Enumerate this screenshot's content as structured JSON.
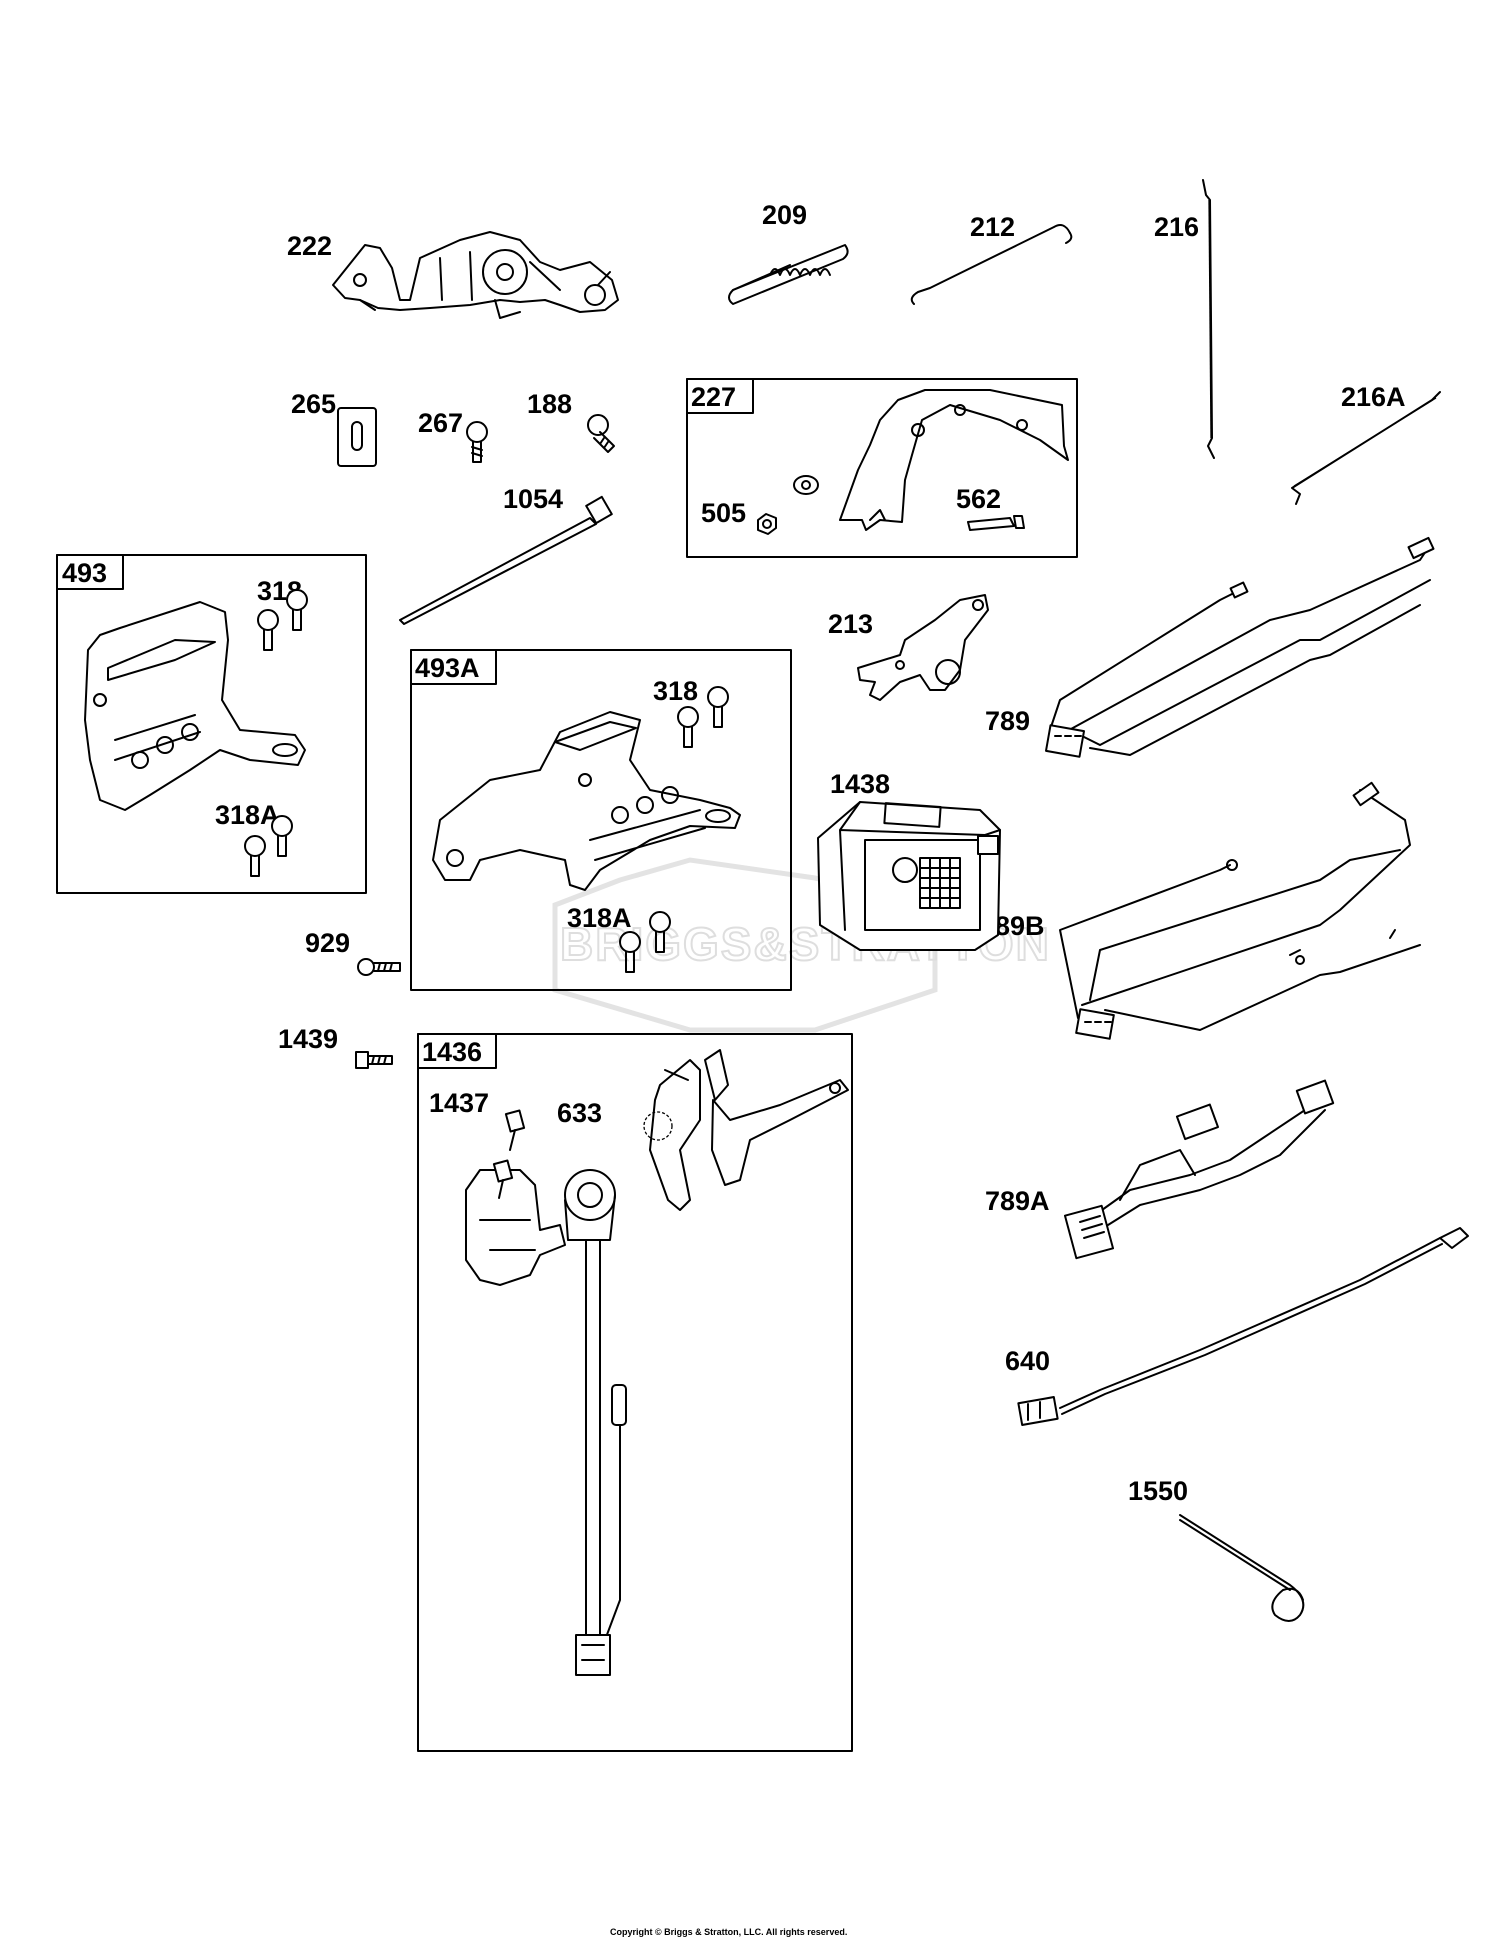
{
  "diagram": {
    "watermark_text": "BRIGGS&STRATTON",
    "copyright": "Copyright © Briggs & Stratton, LLC. All rights reserved.",
    "boxes": {
      "b493": "493",
      "b493A": "493A",
      "b227": "227",
      "b1436": "1436"
    },
    "labels": {
      "p222": "222",
      "p209": "209",
      "p212": "212",
      "p216": "216",
      "p216A": "216A",
      "p265": "265",
      "p267": "267",
      "p188": "188",
      "p1054": "1054",
      "p505": "505",
      "p562": "562",
      "p318a": "318",
      "p318Aa": "318A",
      "p318b": "318",
      "p318Ab": "318A",
      "p213": "213",
      "p789": "789",
      "p1438": "1438",
      "p789B": "789B",
      "p929": "929",
      "p1439": "1439",
      "p1437": "1437",
      "p633": "633",
      "p789A": "789A",
      "p640": "640",
      "p1550": "1550"
    }
  }
}
